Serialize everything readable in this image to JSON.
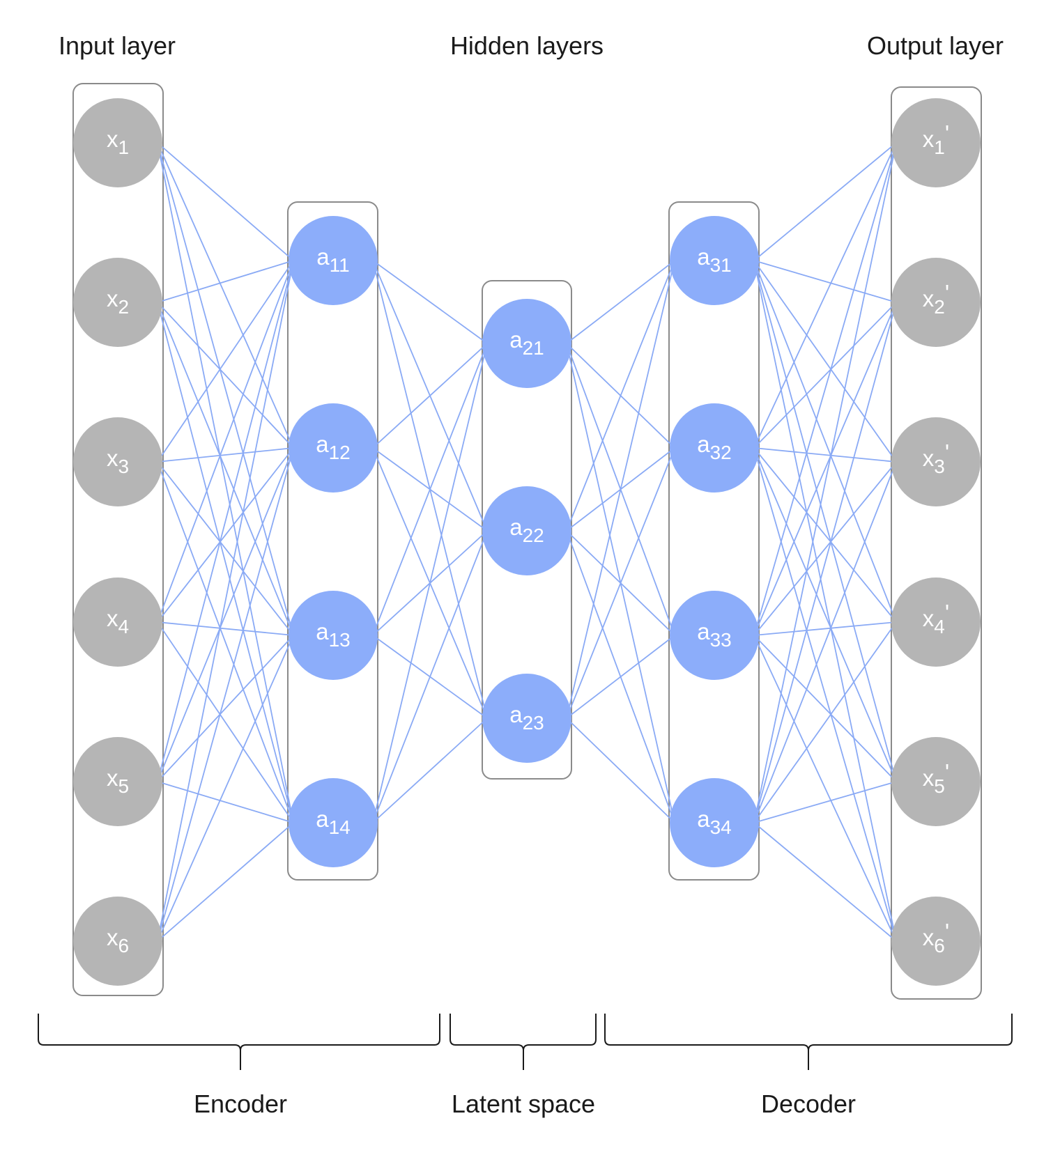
{
  "headings": {
    "input": "Input layer",
    "hidden": "Hidden layers",
    "output": "Output layer"
  },
  "sections": {
    "encoder": "Encoder",
    "latent": "Latent space",
    "decoder": "Decoder"
  },
  "colors": {
    "input_node": "#b5b5b5",
    "hidden_node": "#8cadfa",
    "output_node": "#b5b5b5",
    "edge": "#8aaaf5",
    "box": "#8a8a8a"
  },
  "layers": [
    {
      "id": "input",
      "role": "input",
      "nodes": [
        {
          "base": "x",
          "sub": "1",
          "suffix": ""
        },
        {
          "base": "x",
          "sub": "2",
          "suffix": ""
        },
        {
          "base": "x",
          "sub": "3",
          "suffix": ""
        },
        {
          "base": "x",
          "sub": "4",
          "suffix": ""
        },
        {
          "base": "x",
          "sub": "5",
          "suffix": ""
        },
        {
          "base": "x",
          "sub": "6",
          "suffix": ""
        }
      ]
    },
    {
      "id": "hidden1",
      "role": "hidden",
      "nodes": [
        {
          "base": "a",
          "sub": "11",
          "suffix": ""
        },
        {
          "base": "a",
          "sub": "12",
          "suffix": ""
        },
        {
          "base": "a",
          "sub": "13",
          "suffix": ""
        },
        {
          "base": "a",
          "sub": "14",
          "suffix": ""
        }
      ]
    },
    {
      "id": "hidden2",
      "role": "hidden",
      "nodes": [
        {
          "base": "a",
          "sub": "21",
          "suffix": ""
        },
        {
          "base": "a",
          "sub": "22",
          "suffix": ""
        },
        {
          "base": "a",
          "sub": "23",
          "suffix": ""
        }
      ]
    },
    {
      "id": "hidden3",
      "role": "hidden",
      "nodes": [
        {
          "base": "a",
          "sub": "31",
          "suffix": ""
        },
        {
          "base": "a",
          "sub": "32",
          "suffix": ""
        },
        {
          "base": "a",
          "sub": "33",
          "suffix": ""
        },
        {
          "base": "a",
          "sub": "34",
          "suffix": ""
        }
      ]
    },
    {
      "id": "output",
      "role": "output",
      "nodes": [
        {
          "base": "x",
          "sub": "1",
          "suffix": "'"
        },
        {
          "base": "x",
          "sub": "2",
          "suffix": "'"
        },
        {
          "base": "x",
          "sub": "3",
          "suffix": "'"
        },
        {
          "base": "x",
          "sub": "4",
          "suffix": "'"
        },
        {
          "base": "x",
          "sub": "5",
          "suffix": "'"
        },
        {
          "base": "x",
          "sub": "6",
          "suffix": "'"
        }
      ]
    }
  ]
}
